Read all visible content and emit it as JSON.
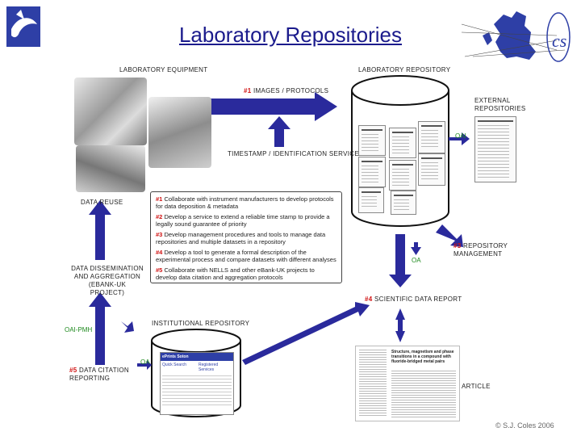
{
  "title": "Laboratory Repositories",
  "labels": {
    "lab_equipment": "LABORATORY EQUIPMENT",
    "lab_repository": "LABORATORY REPOSITORY",
    "images_protocols_num": "#1",
    "images_protocols": "IMAGES / PROTOCOLS",
    "timestamp_service": "TIMESTAMP / IDENTIFICATION SERVICE",
    "external_repos": "EXTERNAL REPOSITORIES",
    "oai_1": "OAI",
    "data_reuse": "DATA REUSE",
    "repo_mgmt_num": "#3",
    "repo_mgmt": "REPOSITORY MANAGEMENT",
    "oa_1": "OA",
    "dissemination": "DATA DISSEMINATION AND AGGREGATION (EBANK-UK PROJECT)",
    "sci_report_num": "#4",
    "sci_report": "SCIENTIFIC DATA REPORT",
    "inst_repo": "INSTITUTIONAL REPOSITORY",
    "oai_pmh": "OAI-PMH",
    "oa_2": "OA",
    "data_citation_num": "#5",
    "data_citation": "DATA CITATION REPORTING",
    "article": "ARTICLE",
    "copyright": "© S.J. Coles 2006"
  },
  "notes": [
    {
      "num": "#1",
      "text": "Collaborate with instrument manufacturers to develop protocols for data deposition & metadata"
    },
    {
      "num": "#2",
      "text": "Develop a service to extend a reliable time stamp to provide a legally sound guarantee of priority"
    },
    {
      "num": "#3",
      "text": "Develop management procedures and tools to manage data repositories and multiple datasets in a repository"
    },
    {
      "num": "#4",
      "text": "Develop a tool to generate a formal description of the experimental process and compare datasets with different analyses"
    },
    {
      "num": "#5",
      "text": "Collaborate with NELLS and other eBank-UK projects to develop data citation and aggregation protocols"
    }
  ],
  "inst_screen": {
    "header": "ePrints Soton",
    "col1": "Quick Search",
    "col2": "Registered Services"
  },
  "article_heading": "Structure, magnetism and phase transitions in a compound with fluoride-bridged metal pairs",
  "colors": {
    "arrow": "#2a2a9c",
    "title": "#1b1b8c",
    "accent_red": "#d01010",
    "oa_green": "#1f8a1f"
  }
}
